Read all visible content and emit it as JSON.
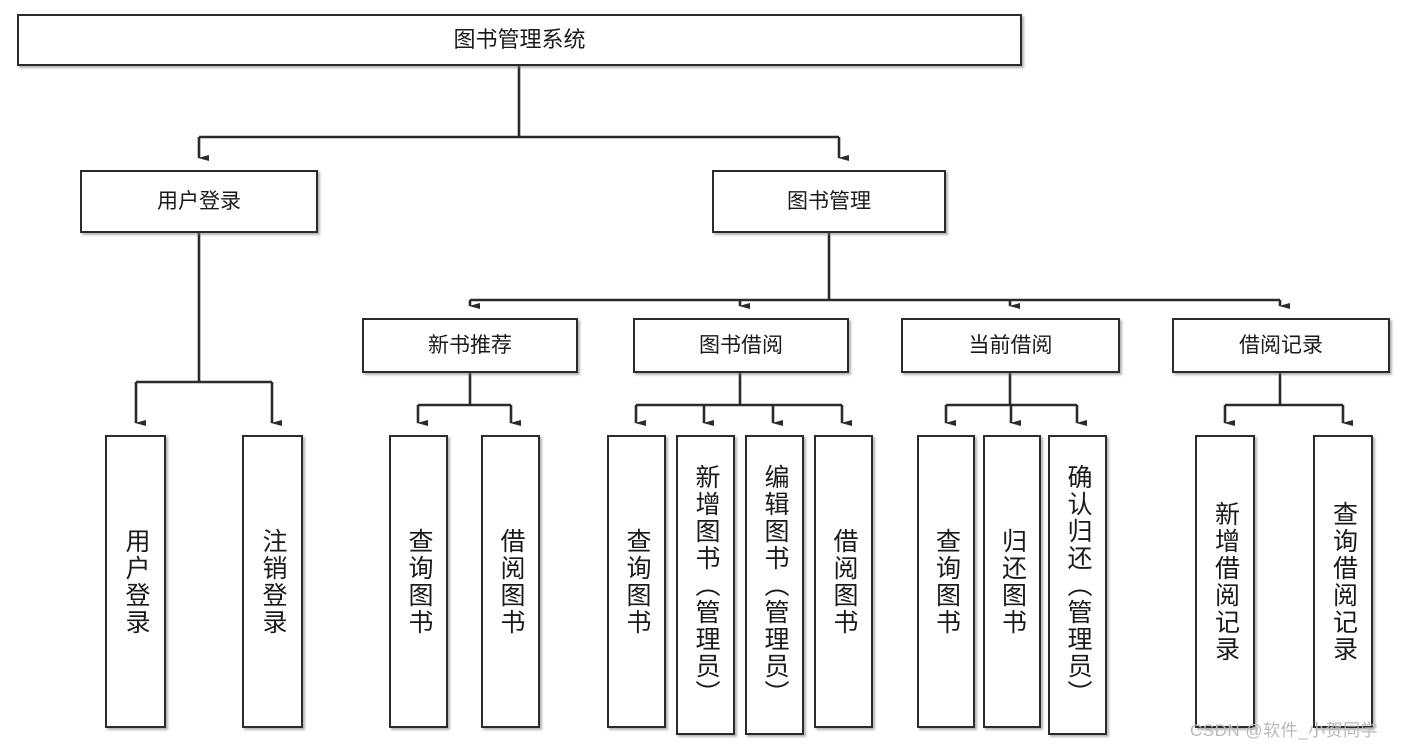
{
  "diagram": {
    "title_node": {
      "label": "图书管理系统"
    },
    "level2": [
      {
        "label": "用户登录"
      },
      {
        "label": "图书管理"
      }
    ],
    "level3": [
      {
        "label": "新书推荐"
      },
      {
        "label": "图书借阅"
      },
      {
        "label": "当前借阅"
      },
      {
        "label": "借阅记录"
      }
    ],
    "leaves": {
      "user_login": [
        {
          "label": "用户登录"
        },
        {
          "label": "注销登录"
        }
      ],
      "new_book_recommend": [
        {
          "label": "查询图书"
        },
        {
          "label": "借阅图书"
        }
      ],
      "book_borrow": [
        {
          "label": "查询图书"
        },
        {
          "label": "新增图书（管理员）"
        },
        {
          "label": "编辑图书（管理员）"
        },
        {
          "label": "借阅图书"
        }
      ],
      "current_borrow": [
        {
          "label": "查询图书"
        },
        {
          "label": "归还图书"
        },
        {
          "label": "确认归还（管理员）"
        }
      ],
      "borrow_records": [
        {
          "label": "新增借阅记录"
        },
        {
          "label": "查询借阅记录"
        }
      ]
    }
  },
  "watermark": {
    "text": "CSDN @软件_小贺同学"
  },
  "colors": {
    "border": "#2b2b2b",
    "background": "#ffffff",
    "text": "#1a1a1a",
    "watermark": "#b9b9b9"
  }
}
